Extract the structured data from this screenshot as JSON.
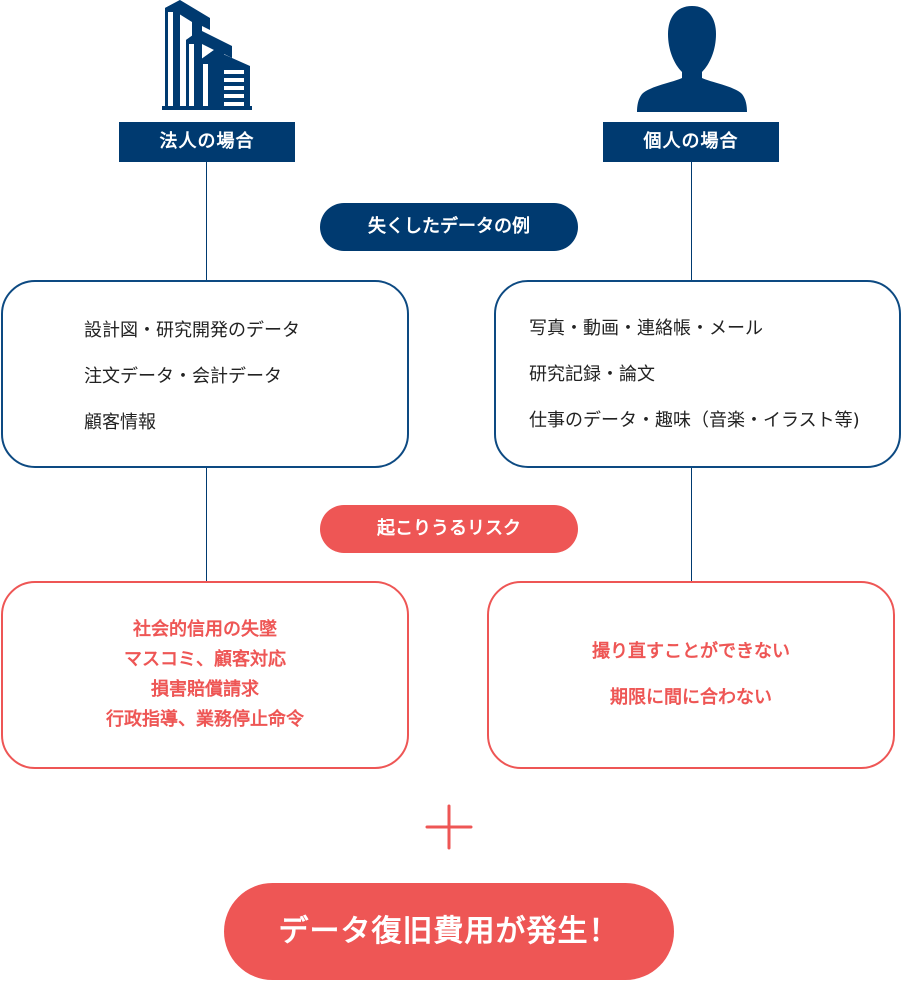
{
  "colors": {
    "navy": "#003a70",
    "red": "#ee5655",
    "text": "#222222",
    "white": "#ffffff"
  },
  "corporate": {
    "icon": "building-icon",
    "label": "法人の場合",
    "data_items": [
      "設計図・研究開発のデータ",
      "注文データ・会計データ",
      "顧客情報"
    ],
    "risks": [
      "社会的信用の失墜",
      "マスコミ、顧客対応",
      "損害賠償請求",
      "行政指導、業務停止命令"
    ]
  },
  "individual": {
    "icon": "person-icon",
    "label": "個人の場合",
    "data_items": [
      "写真・動画・連絡帳・メール",
      "研究記録・論文",
      "仕事のデータ・趣味（音楽・イラスト等)"
    ],
    "risks": [
      "撮り直すことができない",
      "期限に間に合わない"
    ]
  },
  "badges": {
    "lost_data": "失くしたデータの例",
    "risk": "起こりうるリスク"
  },
  "plus_icon": "plus-icon",
  "conclusion": "データ復旧費用が発生！"
}
